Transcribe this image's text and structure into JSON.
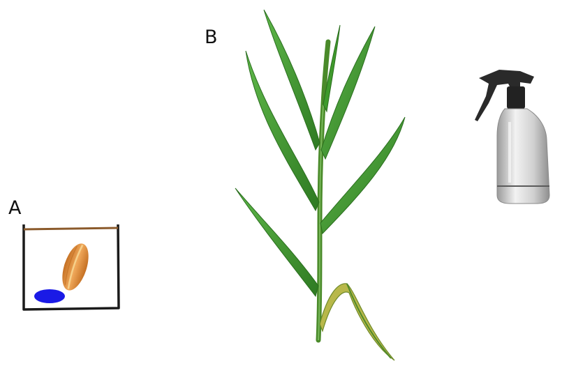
{
  "panels": {
    "a": {
      "label": "A",
      "items": [
        "container",
        "seed",
        "blue-spot"
      ]
    },
    "b": {
      "label": "B",
      "items": [
        "plant"
      ]
    }
  },
  "extra_items": [
    "spray-bottle"
  ],
  "colors": {
    "container_outline": "#1a1a1a",
    "container_lid": "#8b5a2b",
    "seed": "#e0903a",
    "seed_crease": "#f3c77e",
    "blue_spot": "#1a1ae6",
    "leaf": "#3f9a2c",
    "leaf_dark": "#2a6e1e",
    "stem": "#4a8a2a",
    "yellow_leaf": "#b8b84a",
    "bottle_body": "#c8c8c8",
    "bottle_trigger": "#2a2a2a"
  }
}
